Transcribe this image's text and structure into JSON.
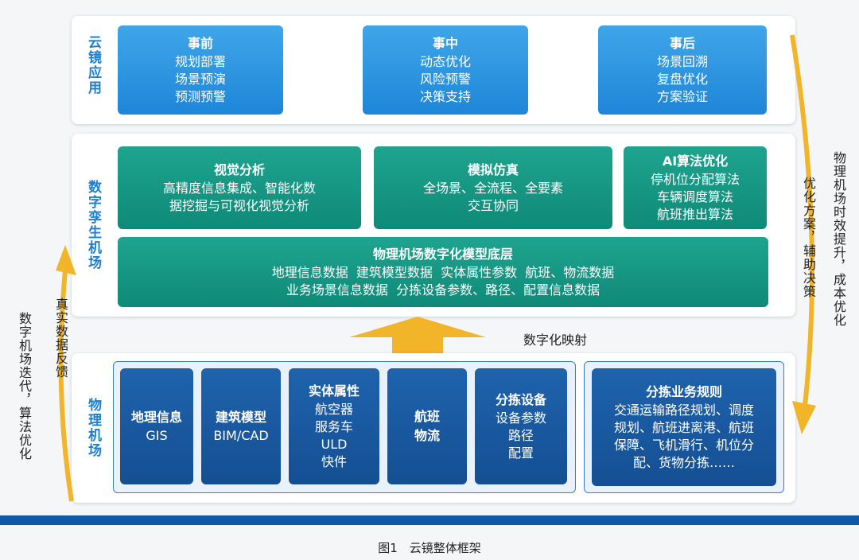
{
  "layers": {
    "app": {
      "label": "云镜应用",
      "before": {
        "title": "事前",
        "lines": [
          "规划部署",
          "场景预演",
          "预测预警"
        ]
      },
      "during": {
        "title": "事中",
        "lines": [
          "动态优化",
          "风险预警",
          "决策支持"
        ]
      },
      "after": {
        "title": "事后",
        "lines": [
          "场景回溯",
          "复盘优化",
          "方案验证"
        ]
      }
    },
    "twin": {
      "label": "数字孪生机场",
      "visual": {
        "title": "视觉分析",
        "lines": [
          "高精度信息集成、智能化数",
          "据挖掘与可视化视觉分析"
        ]
      },
      "sim": {
        "title": "模拟仿真",
        "lines": [
          "全场景、全流程、全要素",
          "交互协同"
        ]
      },
      "ai": {
        "title": "AI算法优化",
        "lines": [
          "停机位分配算法",
          "车辆调度算法",
          "航班推出算法"
        ]
      },
      "base": {
        "title": "物理机场数字化模型底层",
        "lines": [
          "地理信息数据  建筑模型数据  实体属性参数  航班、物流数据",
          "业务场景信息数据  分拣设备参数、路径、配置信息数据"
        ]
      }
    },
    "physical": {
      "label": "物理机场",
      "geo": {
        "title": "地理信息",
        "lines": [
          "GIS"
        ]
      },
      "building": {
        "title": "建筑模型",
        "lines": [
          "BIM/CAD"
        ]
      },
      "entity": {
        "title": "实体属性",
        "lines": [
          "航空器",
          "服务车",
          "ULD",
          "快件"
        ]
      },
      "flight": {
        "title": "航班",
        "lines": [
          "物流"
        ]
      },
      "sorting": {
        "title": "分拣设备",
        "lines": [
          "设备参数",
          "路径",
          "配置"
        ]
      },
      "rules": {
        "title": "分拣业务规则",
        "lines": [
          "交通运输路径规划、调度",
          "规划、航班进离港、航班",
          "保障、飞机滑行、机位分",
          "配、货物分拣……"
        ]
      }
    }
  },
  "annotations": {
    "digital_mapping": "数字化映射",
    "left_outer": "数字机场迭代，算法优化",
    "left_inner": "真实数据反馈",
    "right_inner": "优化方案，辅助决策",
    "right_outer": "物理机场时效提升，成本优化"
  },
  "caption": "图1　云镜整体框架",
  "colors": {
    "app_box": "#2a94e0",
    "twin_box": "#138f7d",
    "physical_box": "#1a5aa0",
    "arrow": "#f2b428",
    "label": "#1c7fd0",
    "bar": "#0f5aa8"
  }
}
